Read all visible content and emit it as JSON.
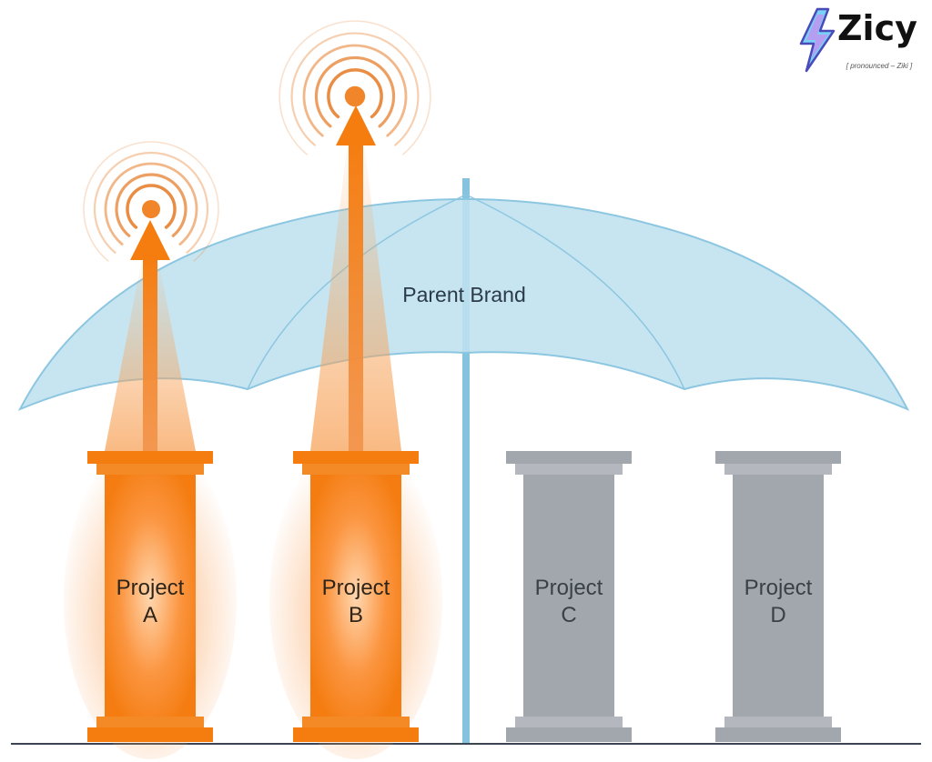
{
  "logo": {
    "brand": "Zicy",
    "tagline": "[ pronounced – Ziki ]",
    "icon": "lightning-bolt-icon"
  },
  "umbrella": {
    "label": "Parent Brand",
    "color": "#bfe1ef"
  },
  "pillars": [
    {
      "line1": "Project",
      "line2": "A",
      "state": "highlighted",
      "color": "#f57d10",
      "icon": "broadcast-signal-icon"
    },
    {
      "line1": "Project",
      "line2": "B",
      "state": "highlighted",
      "color": "#f57d10",
      "icon": "broadcast-signal-icon"
    },
    {
      "line1": "Project",
      "line2": "C",
      "state": "muted",
      "color": "#a2a6ad"
    },
    {
      "line1": "Project",
      "line2": "D",
      "state": "muted",
      "color": "#a2a6ad"
    }
  ]
}
